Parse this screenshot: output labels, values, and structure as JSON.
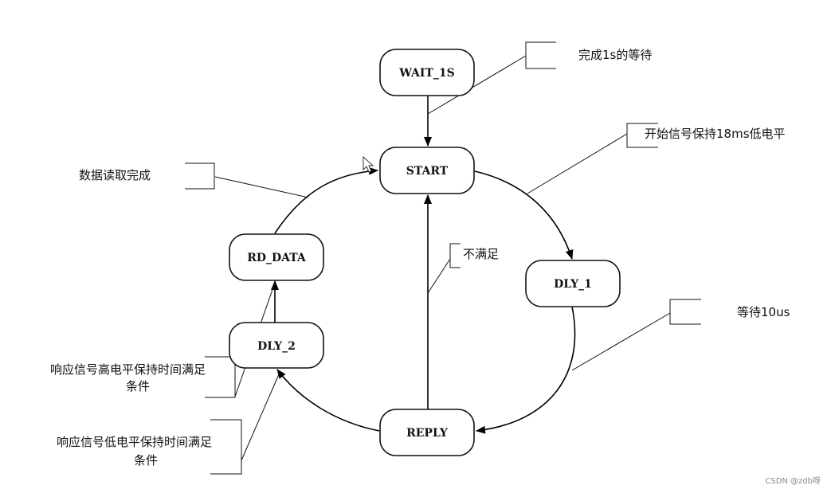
{
  "diagram": {
    "states": {
      "wait_1s": "WAIT_1S",
      "start": "START",
      "dly_1": "DLY_1",
      "reply": "REPLY",
      "dly_2": "DLY_2",
      "rd_data": "RD_DATA"
    },
    "notes": {
      "wait_done": "完成1s的等待",
      "start_signal": "开始信号保持18ms低电平",
      "read_done": "数据读取完成",
      "not_satisfied": "不满足",
      "wait_10us": "等待10us",
      "high_level_line1": "响应信号高电平保持时间满足",
      "high_level_line2": "条件",
      "low_level_line1": "响应信号低电平保持时间满足",
      "low_level_line2": "条件"
    }
  },
  "watermark": "CSDN @zdb呀"
}
